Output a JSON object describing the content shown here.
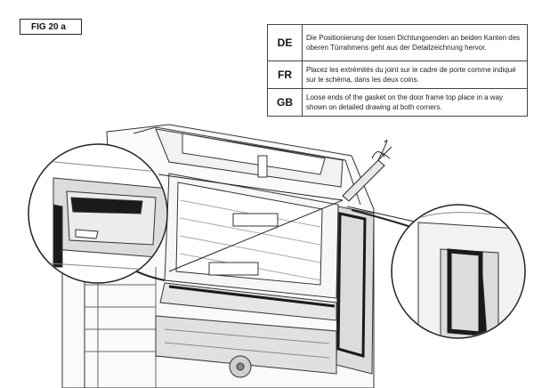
{
  "figure": {
    "label": "FIG 20 a"
  },
  "instructions": [
    {
      "code": "DE",
      "text": "Die Positionierung der losen Dichtungsenden an beiden Kanten des oberen Türrahmens geht aus der Detailzeichnung hervor."
    },
    {
      "code": "FR",
      "text": "Placez les extrémités du joint sur le cadre de porte comme indiqué sur le schéma, dans les deux coins."
    },
    {
      "code": "GB",
      "text": "Loose ends of the gasket on the door frame top place in a way shown on detailed drawing at both corners."
    }
  ],
  "colors": {
    "line": "#333333",
    "gasket": "#1a1a1a",
    "fill": "#ececec"
  },
  "icons": [
    "caulking-gun-icon",
    "detail-magnifier-left",
    "detail-magnifier-right"
  ]
}
